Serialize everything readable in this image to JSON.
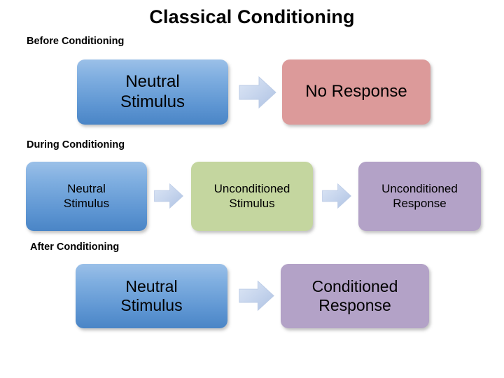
{
  "slide": {
    "title": "Classical Conditioning",
    "background_color": "#FFFFFF"
  },
  "colors": {
    "neutral_stimulus_box": "#5D95D2",
    "no_response_box": "#DC9A9A",
    "unconditioned_stimulus_box": "#C4D69F",
    "unconditioned_response_box": "#B3A2C7",
    "conditioned_response_box": "#B3A2C7",
    "arrow_fill": "#C3D3EC",
    "text": "#000000"
  },
  "sections": {
    "before": {
      "label": "Before Conditioning",
      "stimulus_box": "Neutral\nStimulus",
      "arrow": "right-arrow-icon",
      "response_box": "No Response"
    },
    "during": {
      "label": "During Conditioning",
      "stimulus_box": "Neutral\nStimulus",
      "arrow_one": "right-arrow-icon",
      "middle_box": "Unconditioned\nStimulus",
      "arrow_two": "right-arrow-icon",
      "response_box": "Unconditioned\nResponse"
    },
    "after": {
      "label": "After Conditioning",
      "stimulus_box": "Neutral\nStimulus",
      "arrow": "right-arrow-icon",
      "response_box": "Conditioned\nResponse"
    }
  }
}
